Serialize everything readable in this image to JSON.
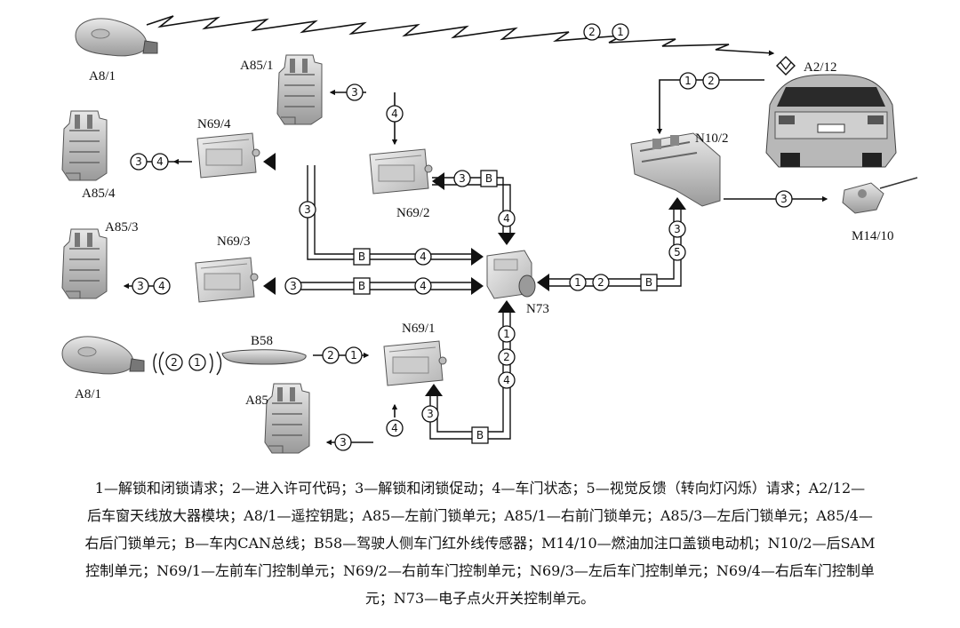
{
  "labels": {
    "a8_1_top": "A8/1",
    "a2_12": "A2/12",
    "a85_1": "A85/1",
    "n69_4": "N69/4",
    "a85_4": "A85/4",
    "n10_2": "N10/2",
    "n69_2": "N69/2",
    "m14_10": "M14/10",
    "a85_3": "A85/3",
    "n69_3": "N69/3",
    "n73": "N73",
    "b58": "B58",
    "n69_1": "N69/1",
    "a8_1_bottom": "A8/1",
    "a85": "A85"
  },
  "markers": {
    "m1": "1",
    "m2": "2",
    "m3": "3",
    "m4": "4",
    "m5": "5",
    "bus": "B"
  },
  "caption": [
    "1—解锁和闭锁请求；2—进入许可代码；3—解锁和闭锁促动；4—车门状态；5—视觉反馈（转向灯闪烁）请求；A2/12—",
    "后车窗天线放大器模块；A8/1—遥控钥匙；A85—左前门锁单元；A85/1—右前门锁单元；A85/3—左后门锁单元；A85/4—",
    "右后门锁单元；B—车内CAN总线；B58—驾驶人侧车门红外线传感器；M14/10—燃油加注口盖锁电动机；N10/2—后SAM",
    "控制单元；N69/1—左前车门控制单元；N69/2—右前车门控制单元；N69/3—左后车门控制单元；N69/4—右后车门控制单",
    "元；N73—电子点火开关控制单元。"
  ]
}
